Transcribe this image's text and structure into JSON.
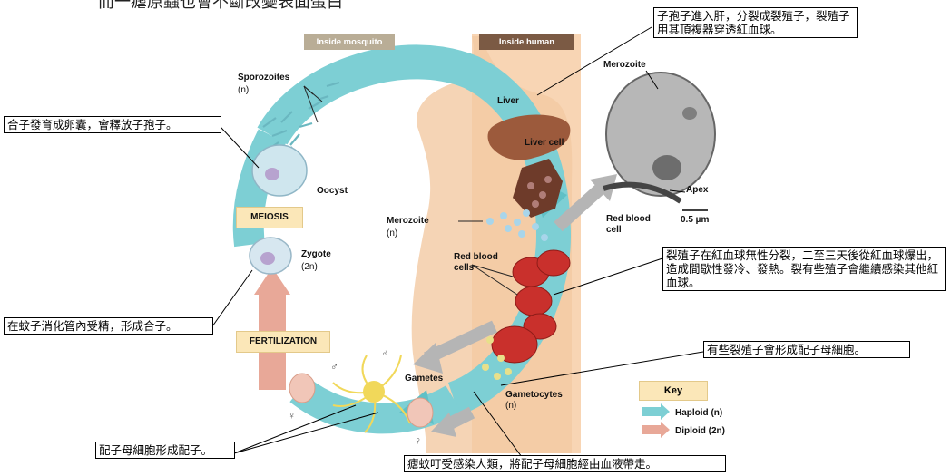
{
  "title_partial": "而一瘧原蟲也會不斷改變表面蛋白",
  "tabs": {
    "mosquito": "Inside mosquito",
    "human": "Inside human"
  },
  "stages": {
    "meiosis": "MEIOSIS",
    "fertilization": "FERTILIZATION"
  },
  "labels": {
    "sporozoites": "Sporozoites",
    "sporozoites_ploidy": "(n)",
    "oocyst": "Oocyst",
    "zygote": "Zygote",
    "zygote_ploidy": "(2n)",
    "gametes": "Gametes",
    "liver": "Liver",
    "liver_cell": "Liver cell",
    "merozoite": "Merozoite",
    "merozoite_ploidy": "(n)",
    "red_blood_cells_1": "Red blood",
    "red_blood_cells_2": "cells",
    "gametocytes": "Gametocytes",
    "gametocytes_ploidy": "(n)",
    "micro_merozoite": "Merozoite",
    "micro_apex": "Apex",
    "micro_rbc_1": "Red blood",
    "micro_rbc_2": "cell",
    "scale": "0.5 µm",
    "male_symbol": "♂",
    "female_symbol": "♀"
  },
  "key": {
    "title": "Key",
    "haploid": "Haploid (n)",
    "diploid": "Diploid (2n)",
    "haploid_color": "#7dcfd4",
    "diploid_color": "#e8a898"
  },
  "notes": {
    "liver_note": "子孢子進入肝，分裂成裂殖子，裂殖子用其頂複器穿透紅血球。",
    "oocyst_note": "合子發育成卵囊，會釋放子孢子。",
    "rbc_note": "裂殖子在紅血球無性分裂，二至三天後從紅血球爆出，造成間歇性發冷、發熱。裂有些殖子會繼續感染其他紅血球。",
    "zygote_note": "在蚊子消化管內受精，形成合子。",
    "gametocyte_note": "有些裂殖子會形成配子母細胞。",
    "gamete_note": "配子母細胞形成配子。",
    "bite_note": "瘧蚊叮受感染人類，將配子母細胞經由血液帶走。"
  }
}
